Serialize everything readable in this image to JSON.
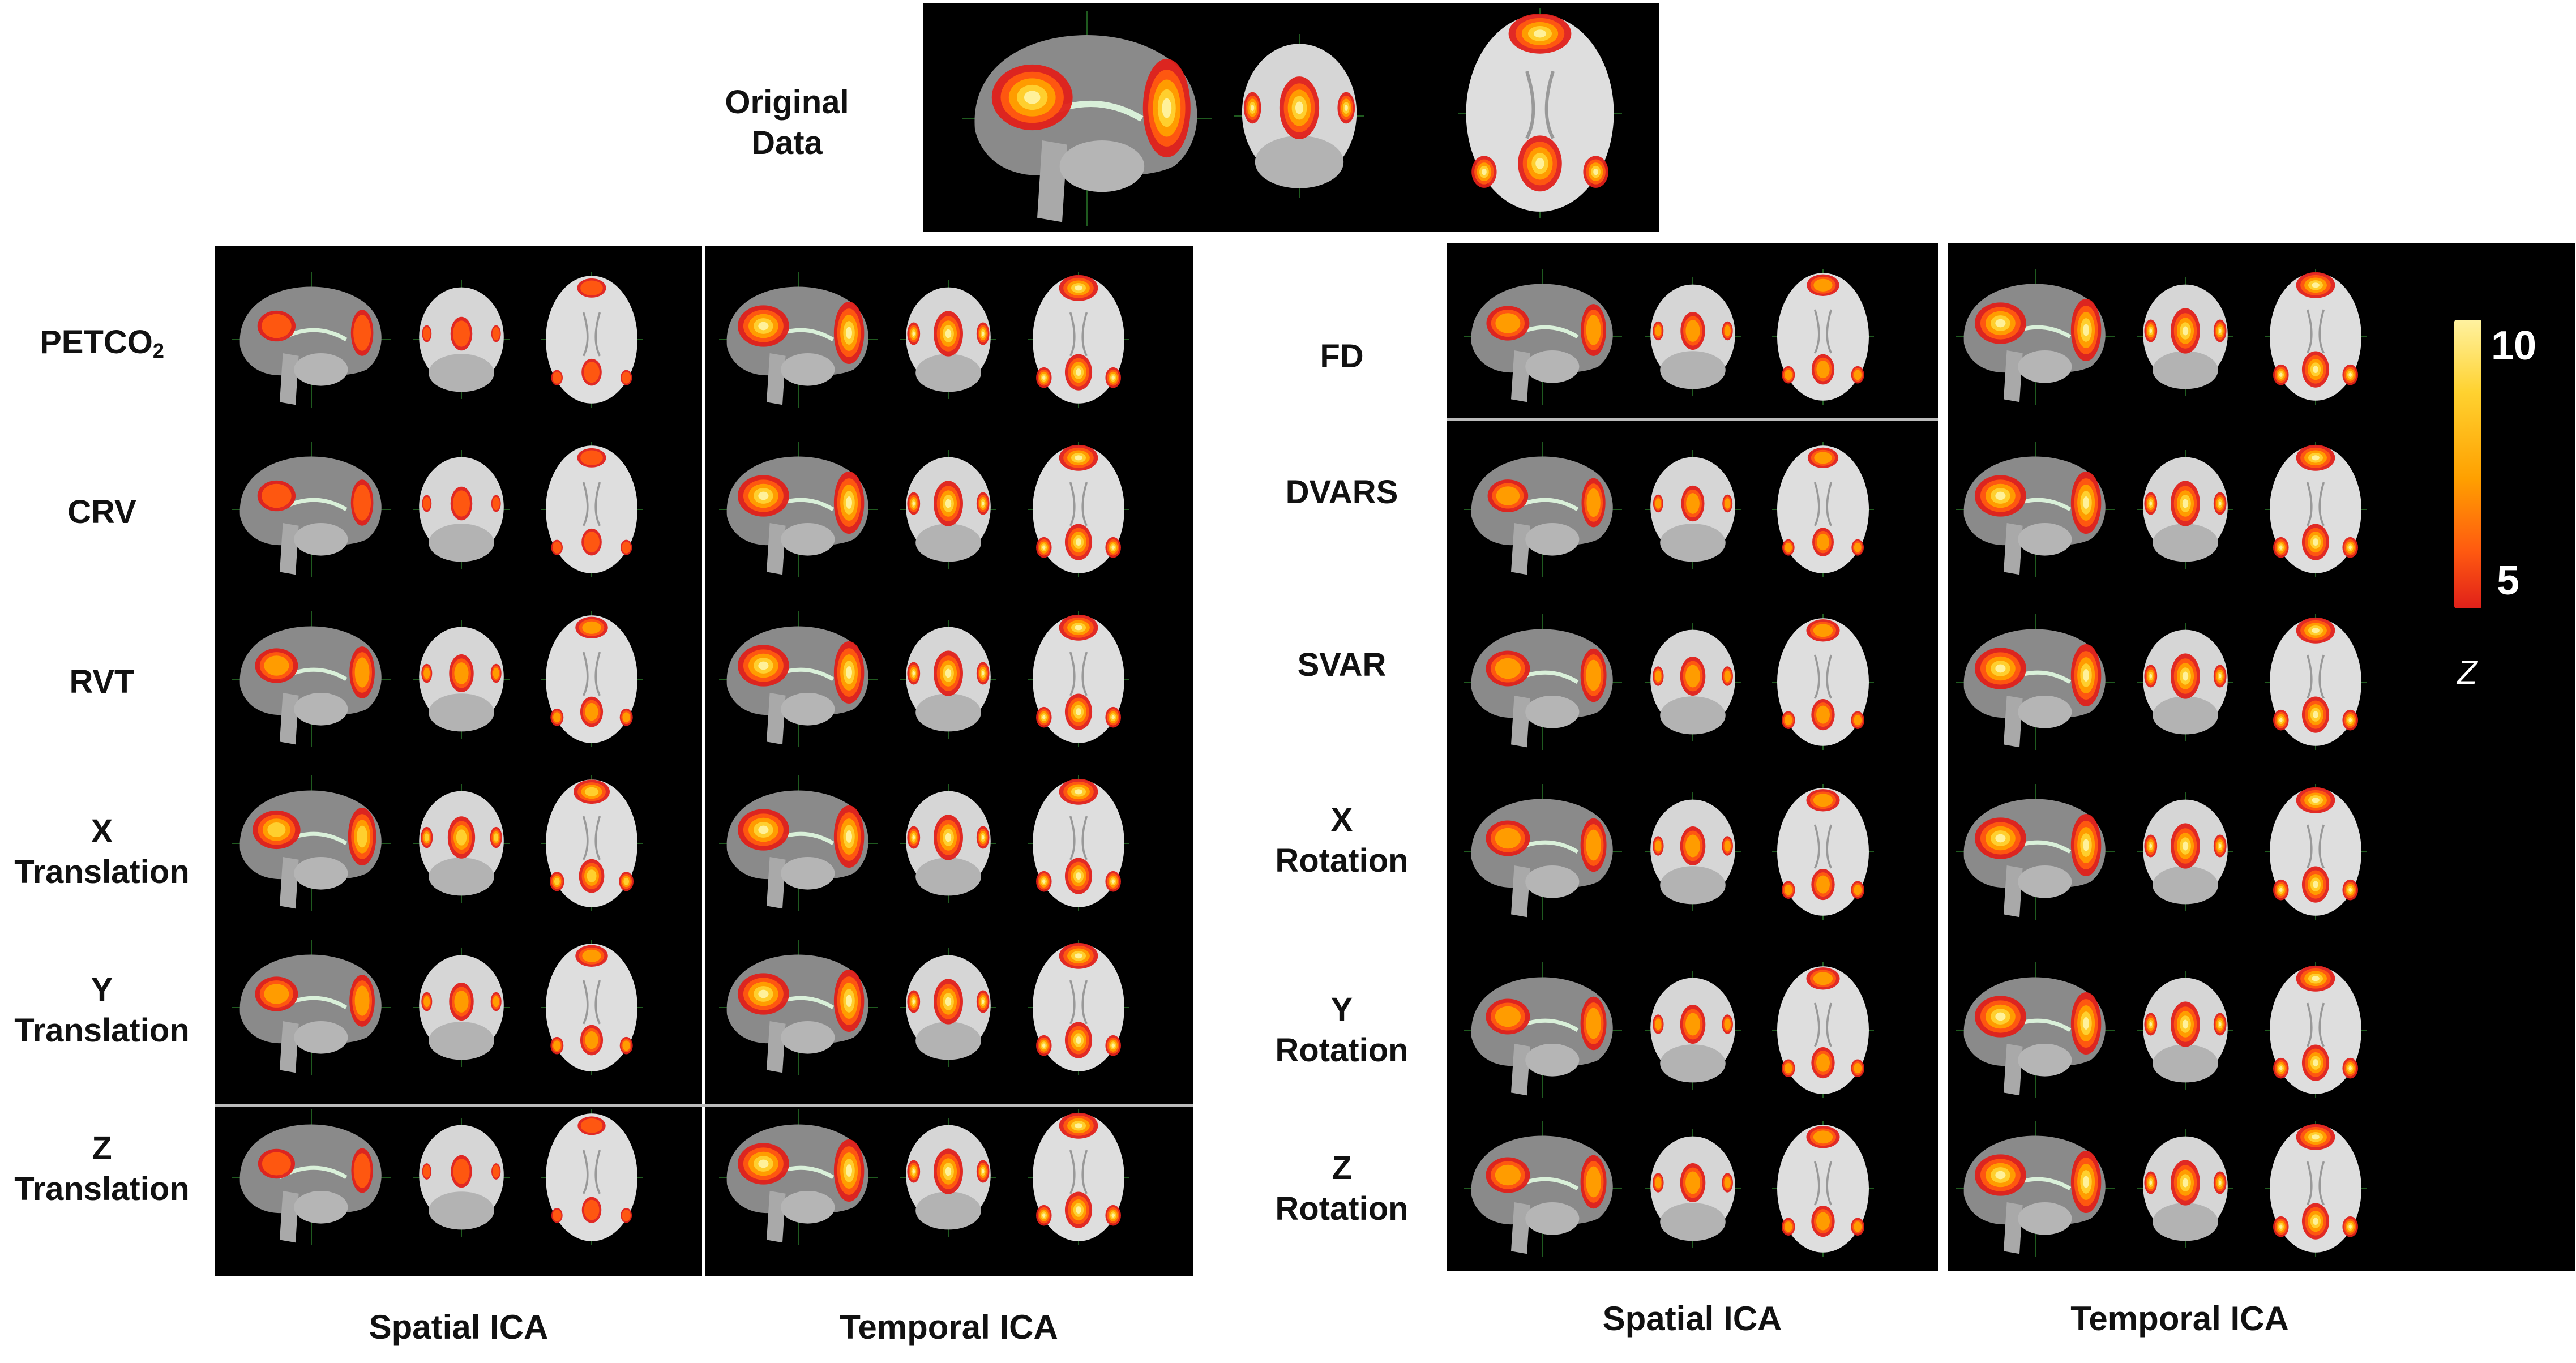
{
  "figure": {
    "original_label": "Original\nData",
    "left_rows": [
      {
        "id": "petco2",
        "label": "PETCO",
        "sub": "2"
      },
      {
        "id": "crv",
        "label": "CRV"
      },
      {
        "id": "rvt",
        "label": "RVT"
      },
      {
        "id": "xtrans",
        "label": "X\nTranslation"
      },
      {
        "id": "ytrans",
        "label": "Y\nTranslation"
      },
      {
        "id": "ztrans",
        "label": "Z\nTranslation"
      }
    ],
    "right_rows": [
      {
        "id": "fd",
        "label": "FD"
      },
      {
        "id": "dvars",
        "label": "DVARS"
      },
      {
        "id": "svar",
        "label": "SVAR"
      },
      {
        "id": "xrot",
        "label": "X\nRotation"
      },
      {
        "id": "yrot",
        "label": "Y\nRotation"
      },
      {
        "id": "zrot",
        "label": "Z\nRotation"
      }
    ],
    "columns": {
      "left_spatial": "Spatial ICA",
      "left_temporal": "Temporal ICA",
      "right_spatial": "Spatial ICA",
      "right_temporal": "Temporal ICA"
    },
    "colorbar": {
      "max_label": "10",
      "min_label": "5",
      "unit_label": "Z",
      "colors": [
        "#fff2a0",
        "#ffd230",
        "#ffa000",
        "#ff5a10",
        "#e0201a"
      ]
    },
    "activation_strength": {
      "original": 0.9,
      "left_spatial": [
        0.35,
        0.35,
        0.55,
        0.75,
        0.55,
        0.3
      ],
      "left_temporal": [
        0.9,
        0.9,
        0.9,
        0.9,
        0.9,
        0.9
      ],
      "right_spatial": [
        0.55,
        0.45,
        0.6,
        0.6,
        0.6,
        0.6
      ],
      "right_temporal": [
        0.9,
        0.9,
        0.9,
        0.9,
        0.9,
        0.9
      ]
    }
  }
}
